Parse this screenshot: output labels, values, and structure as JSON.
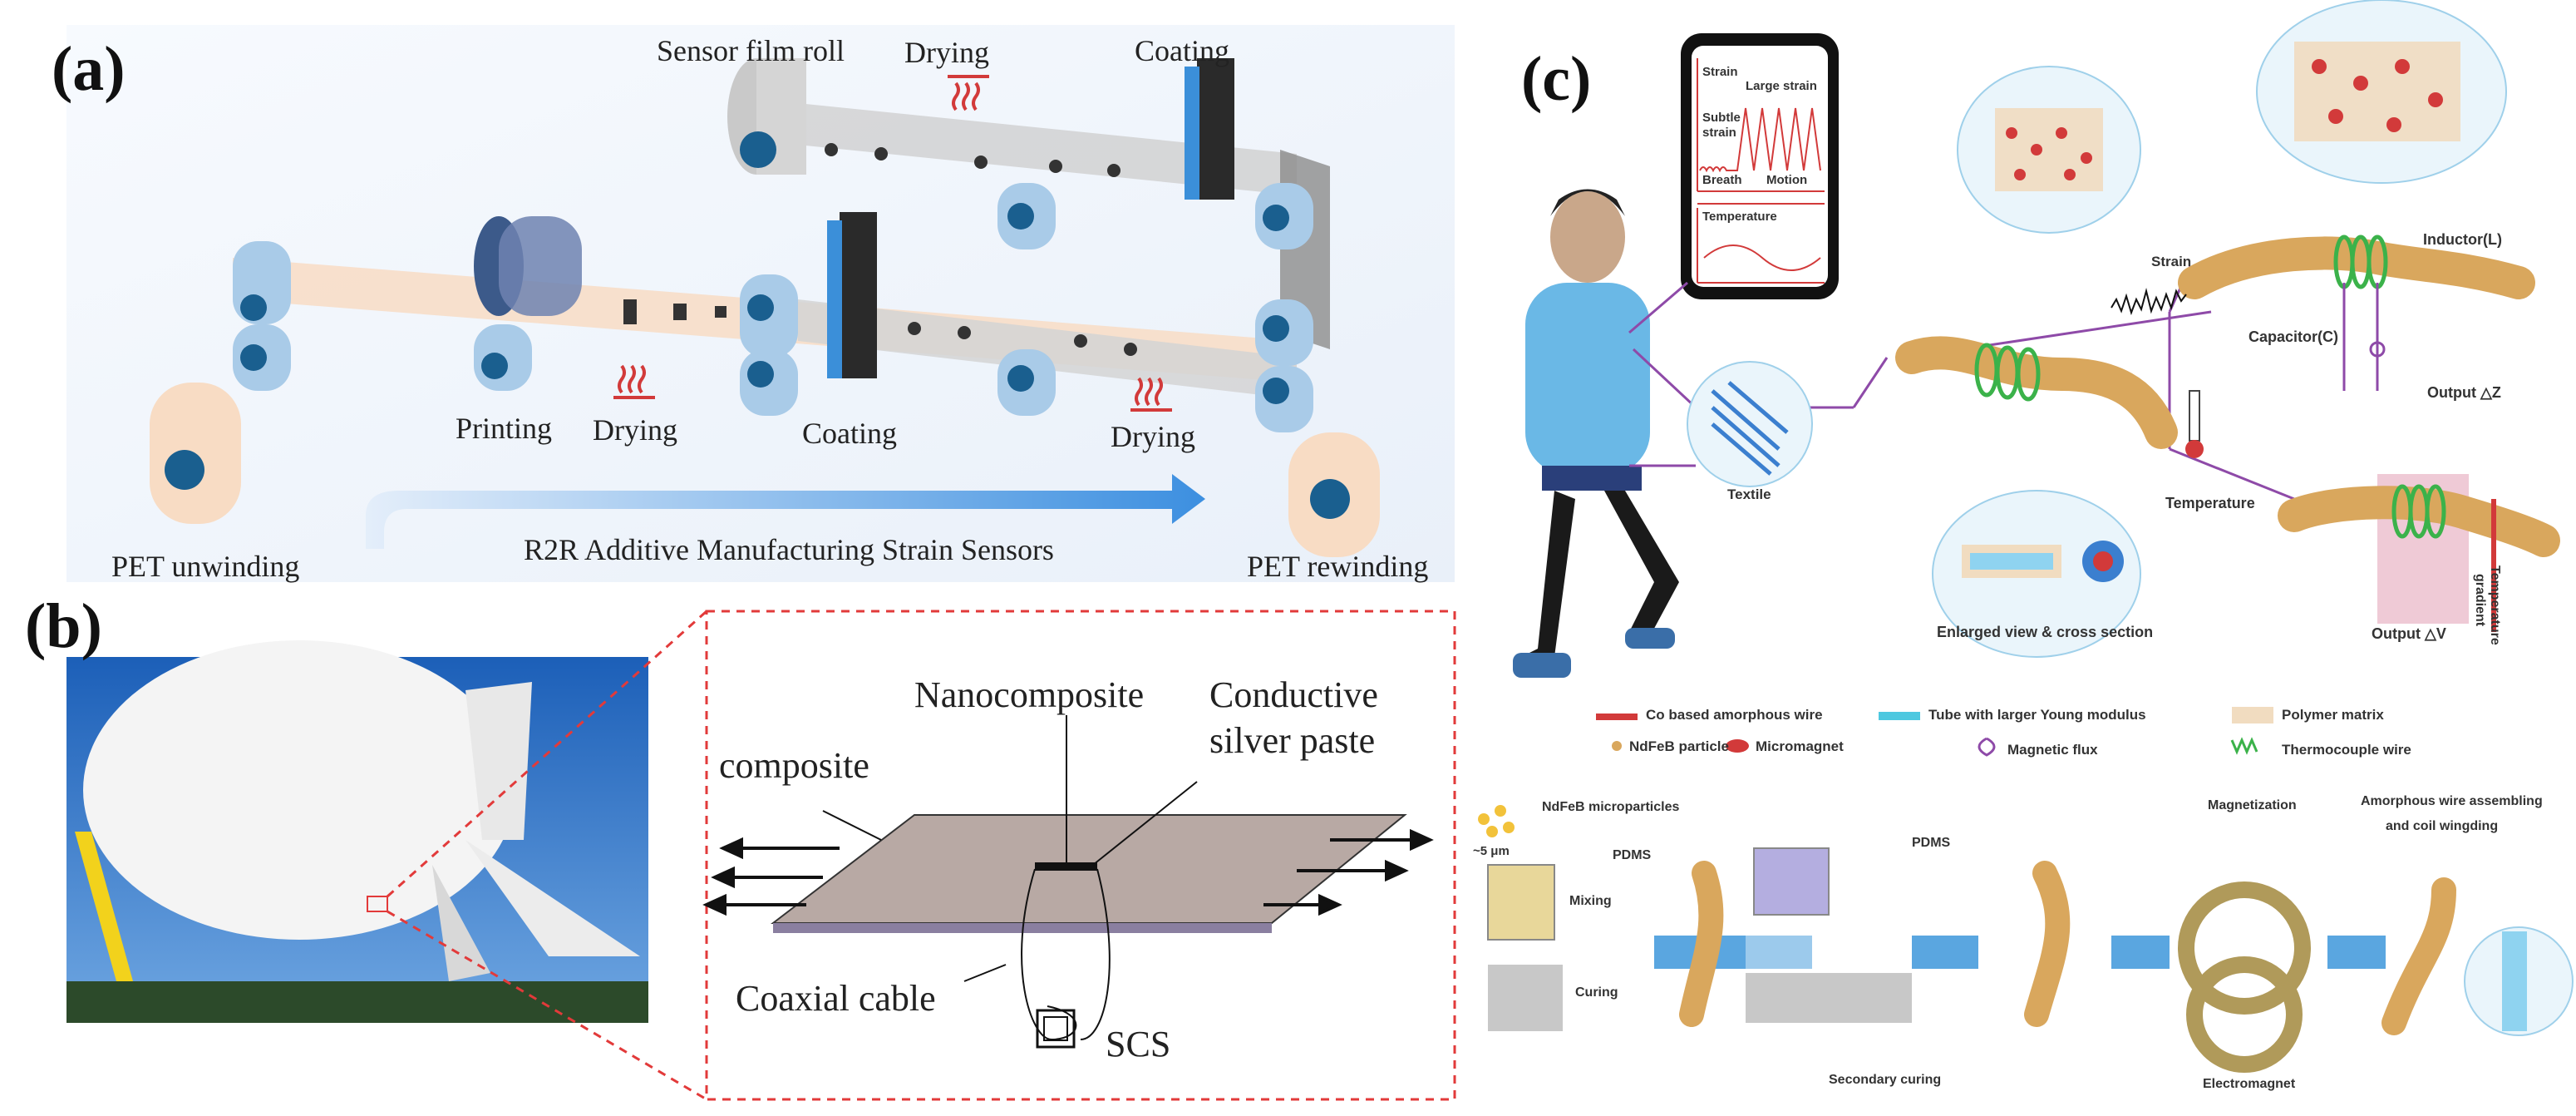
{
  "panel_a": {
    "letter": "(a)",
    "labels": {
      "sensor_film_roll": "Sensor film roll",
      "drying_top": "Drying",
      "coating_top": "Coating",
      "printing": "Printing",
      "drying_mid": "Drying",
      "coating_mid": "Coating",
      "drying_right": "Drying",
      "pet_unwinding": "PET unwinding",
      "r2r": "R2R Additive Manufacturing Strain Sensors",
      "pet_rewinding": "PET rewinding"
    }
  },
  "panel_b": {
    "letter": "(b)",
    "labels": {
      "composite": "composite",
      "nanocomposite": "Nanocomposite",
      "conductive_1": "Conductive",
      "conductive_2": "silver paste",
      "coaxial": "Coaxial cable",
      "scs": "SCS"
    }
  },
  "panel_c": {
    "letter": "(c)",
    "phone": {
      "strain": "Strain",
      "large_strain": "Large strain",
      "subtle_1": "Subtle",
      "subtle_2": "strain",
      "breath": "Breath",
      "motion": "Motion",
      "temperature": "Temperature"
    },
    "labels": {
      "textile": "Textile",
      "enlarged": "Enlarged view & cross section",
      "strain": "Strain",
      "temperature": "Temperature",
      "inductor": "Inductor(L)",
      "capacitor": "Capacitor(C)",
      "output_z": "Output △Z",
      "output_v": "Output △V",
      "temp_gradient_1": "Temperature",
      "temp_gradient_2": "gradient"
    },
    "legend": {
      "co_wire": "Co based amorphous wire",
      "tube": "Tube with larger Young modulus",
      "polymer": "Polymer matrix",
      "ndfeb": "NdFeB particle",
      "micromagnet": "Micromagnet",
      "flux": "Magnetic flux",
      "thermocouple": "Thermocouple wire"
    },
    "process": {
      "ndfeb_micro": "NdFeB microparticles",
      "size": "~5 μm",
      "pdms1": "PDMS",
      "mixing": "Mixing",
      "curing": "Curing",
      "pdms2": "PDMS",
      "secondary": "Secondary curing",
      "magnetization": "Magnetization",
      "electromagnet": "Electromagnet",
      "assembling_1": "Amorphous wire assembling",
      "assembling_2": "and coil wingding"
    }
  },
  "colors": {
    "roller_blue": "#1a5f8f",
    "roller_light": "#a9cbe8",
    "film_grey": "#c8c8c8",
    "film_peach": "#f8dcc4",
    "dashed_red": "#e23a3a",
    "arrow_blue": "#5aa6e0",
    "foam": "#d9a75d"
  }
}
